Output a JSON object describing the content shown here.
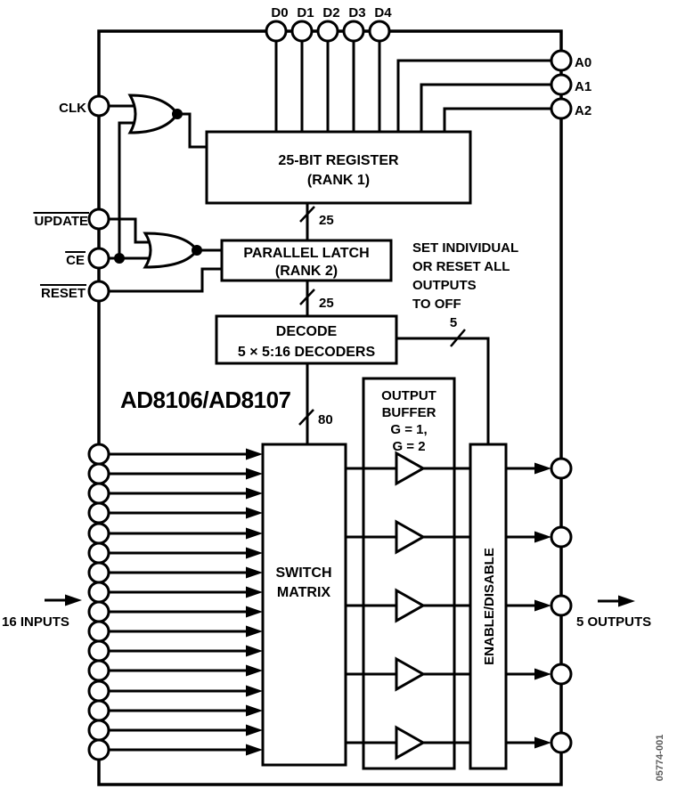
{
  "title": "AD8106/AD8107",
  "pins": {
    "data": [
      "D0",
      "D1",
      "D2",
      "D3",
      "D4"
    ],
    "address": [
      "A0",
      "A1",
      "A2"
    ],
    "clk": "CLK",
    "update": "UPDATE",
    "ce": "CE",
    "reset": "RESET"
  },
  "blocks": {
    "register": {
      "line1": "25-BIT REGISTER",
      "line2": "(RANK 1)"
    },
    "latch": {
      "line1": "PARALLEL LATCH",
      "line2": "(RANK 2)"
    },
    "decode": {
      "line1": "DECODE",
      "line2": "5 × 5:16 DECODERS"
    },
    "output_buffer": {
      "line1": "OUTPUT",
      "line2": "BUFFER",
      "line3": "G = 1,",
      "line4": "G = 2"
    },
    "switch_matrix": {
      "line1": "SWITCH",
      "line2": "MATRIX"
    },
    "enable_disable": {
      "label": "ENABLE/DISABLE"
    }
  },
  "buses": {
    "rank1_to_rank2": "25",
    "rank2_to_decode": "25",
    "decode_to_matrix": "80",
    "reset_all_bus": "5"
  },
  "annotations": {
    "side_note": [
      "SET INDIVIDUAL",
      "OR RESET ALL",
      "OUTPUTS",
      "TO OFF"
    ],
    "inputs_label": "16 INPUTS",
    "outputs_label": "5 OUTPUTS",
    "figure_number": "05774-001"
  },
  "counts": {
    "inputs": 16,
    "outputs": 5
  },
  "colors": {
    "line": "#000000",
    "background": "#ffffff",
    "figure_number": "#595959"
  }
}
